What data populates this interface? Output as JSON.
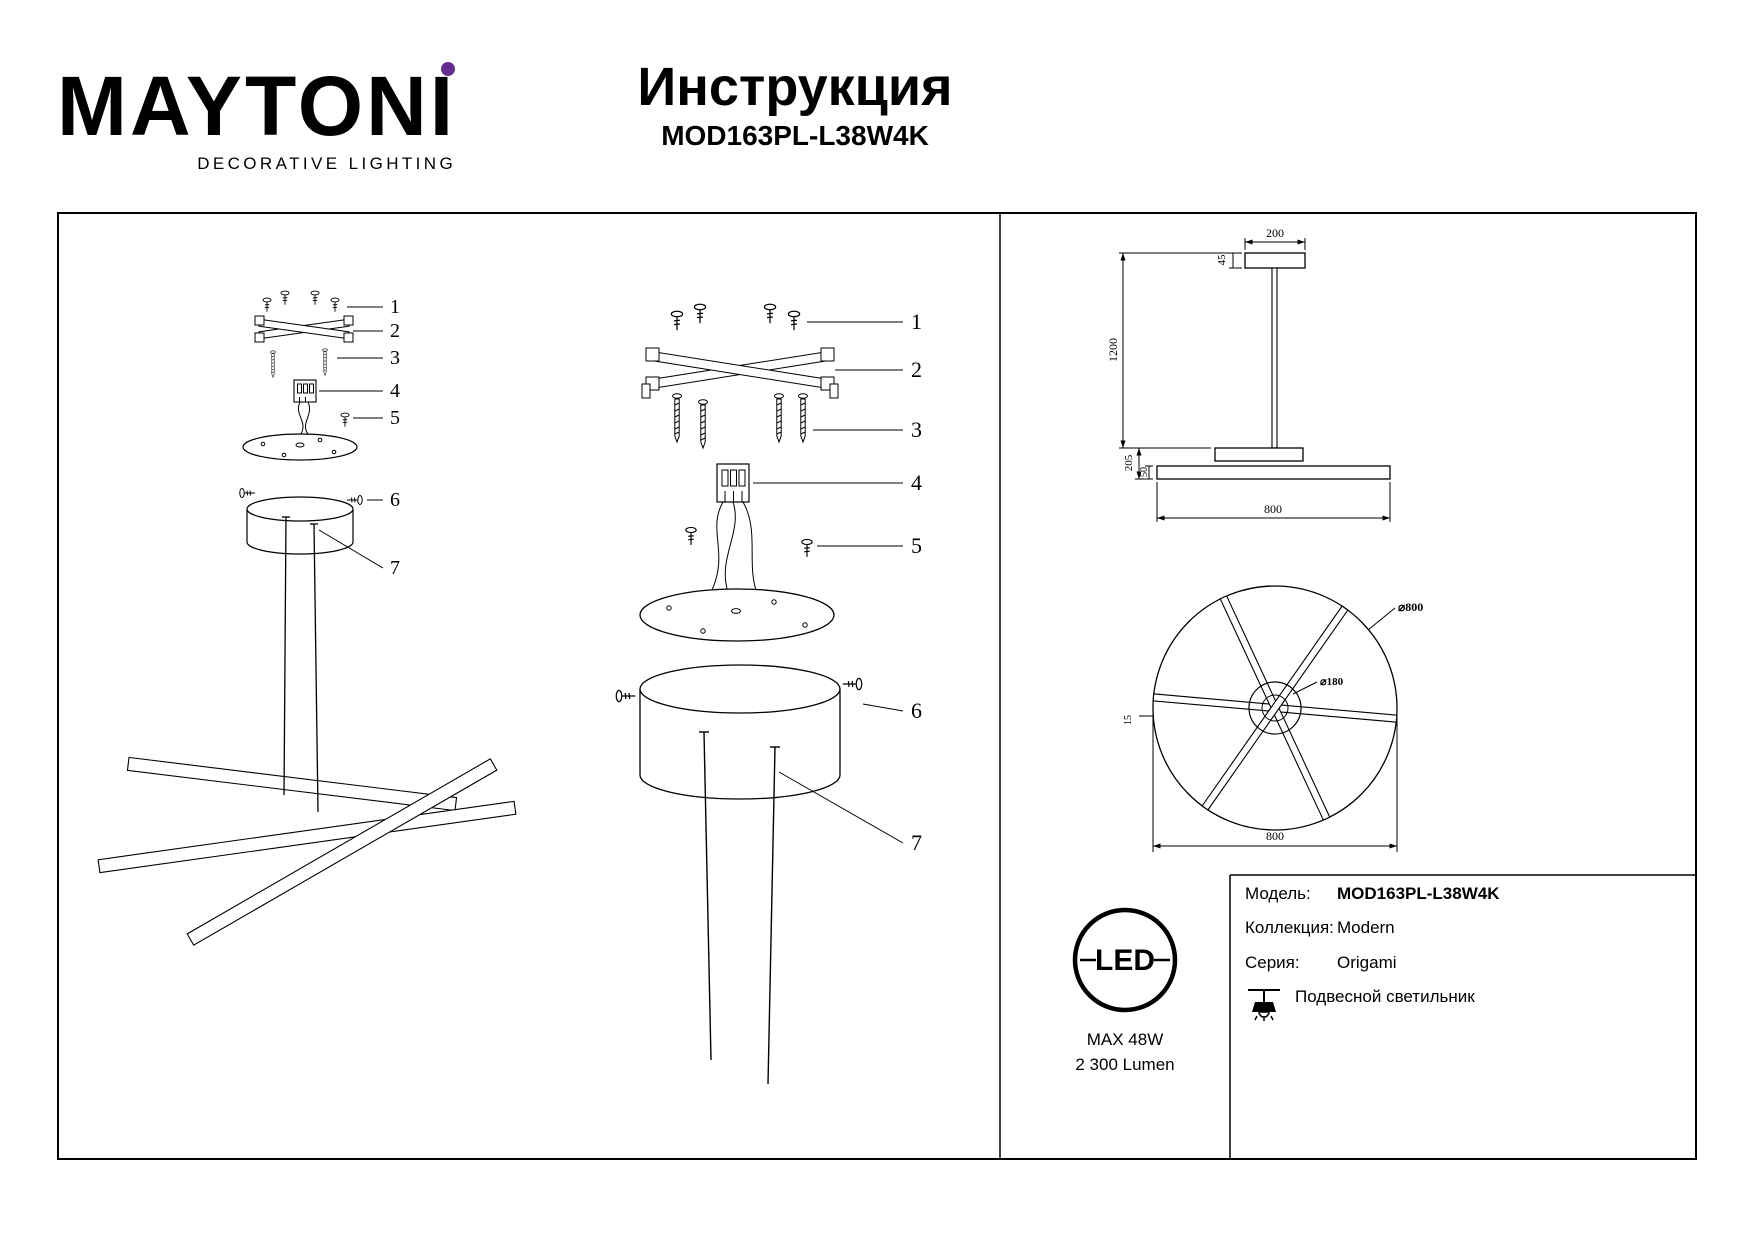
{
  "brand": {
    "accent": "#662d91"
  },
  "header": {
    "logo": "MAYTONI",
    "logo_subtitle": "DECORATIVE LIGHTING",
    "title": "Инструкция",
    "model": "MOD163PL-L38W4K"
  },
  "diagram": {
    "callouts": [
      "1",
      "2",
      "3",
      "4",
      "5",
      "6",
      "7"
    ]
  },
  "dimensions": {
    "side": {
      "plate_width": "200",
      "plate_height": "45",
      "total_height": "1200",
      "drop": "205",
      "bar_height": "50",
      "width": "800"
    },
    "top": {
      "outer_diameter": "⌀800",
      "hub_diameter": "⌀180",
      "bar_width": "15",
      "width": "800"
    }
  },
  "info": {
    "led_label": "LED",
    "max_power": "MAX 48W",
    "lumen": "2 300 Lumen",
    "fields": [
      {
        "label": "Модель:",
        "value": "MOD163PL-L38W4K"
      },
      {
        "label": "Коллекция:",
        "value": "Modern"
      },
      {
        "label": "Серия:",
        "value": "Origami"
      }
    ],
    "type": "Подвесной светильник"
  }
}
